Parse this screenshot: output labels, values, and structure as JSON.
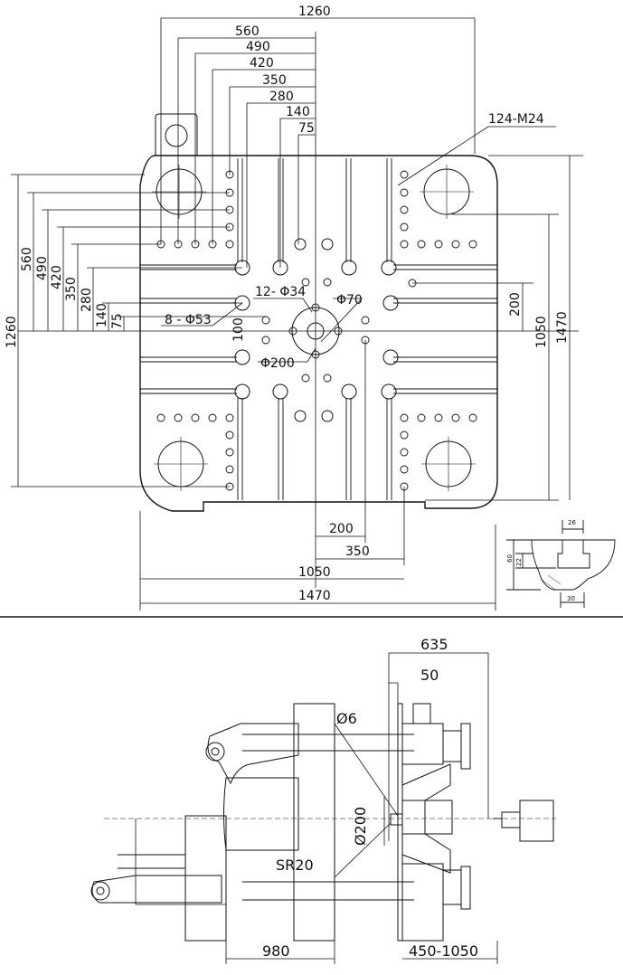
{
  "platen": {
    "dims_h": {
      "d1260": "1260",
      "d560": "560",
      "d490": "490",
      "d420": "420",
      "d350": "350",
      "d280": "280",
      "d140": "140",
      "d75": "75"
    },
    "dims_v": {
      "d1260": "1260",
      "d560": "560",
      "d490": "490",
      "d420": "420",
      "d350": "350",
      "d280": "280",
      "d140": "140",
      "d75": "75"
    },
    "dims_right": {
      "d200": "200",
      "d1050": "1050",
      "d1470": "1470"
    },
    "dims_bottom": {
      "d200": "200",
      "d350": "350",
      "d1050": "1050",
      "d1470": "1470"
    },
    "callouts": {
      "thread_holes": "124-M24",
      "small_holes": "12- Φ34",
      "center_bore": "Φ70",
      "large_holes": "8 - Φ53",
      "ring": "Φ200",
      "offset": "100"
    }
  },
  "slot_detail": {
    "top": "26",
    "height": "60",
    "depth": "22",
    "bottom": "30"
  },
  "side_view": {
    "d635": "635",
    "d50": "50",
    "dia6": "Ø6",
    "dia200": "Ø200",
    "sr20": "SR20",
    "d980": "980",
    "stroke": "450-1050"
  }
}
